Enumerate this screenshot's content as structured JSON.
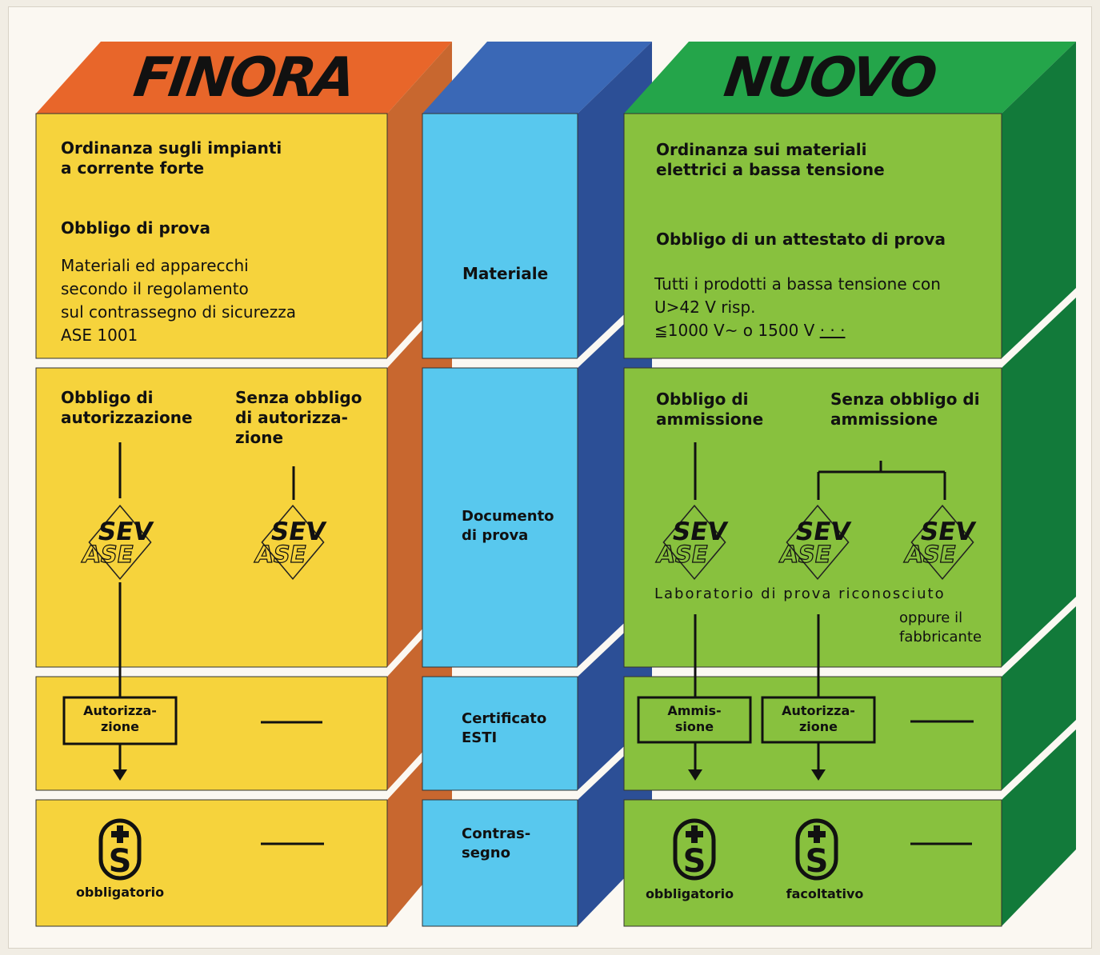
{
  "finora": {
    "title": "FINORA",
    "law": [
      "Ordinanza sugli impianti",
      "a corrente forte"
    ],
    "duty": "Obbligo di prova",
    "scope": [
      "Materiali ed apparecchi",
      "secondo il regolamento",
      "sul contrassegno di sicurezza",
      "ASE 1001"
    ],
    "col_auth": [
      "Obbligo di",
      "autorizzazione"
    ],
    "col_noauth": [
      "Senza obbligo",
      "di autorizza-",
      "zione"
    ],
    "box_auth": [
      "Autorizza-",
      "zione"
    ],
    "mark_label": "obbligatorio"
  },
  "middle": {
    "material": "Materiale",
    "test_doc": [
      "Documento",
      "di prova"
    ],
    "certificate": [
      "Certificato",
      "ESTI"
    ],
    "mark": [
      "Contras-",
      "segno"
    ]
  },
  "nuovo": {
    "title": "NUOVO",
    "law": [
      "Ordinanza sui materiali",
      "elettrici a bassa tensione"
    ],
    "duty": "Obbligo di un attestato di prova",
    "scope": [
      "Tutti i prodotti a bassa tensione con",
      "U>42 V risp.",
      "≦1000 V~ o 1500 V"
    ],
    "scope_dots": "· · ·",
    "col_adm": [
      "Obbligo di",
      "ammissione"
    ],
    "col_noadm": [
      "Senza obbligo di",
      "ammissione"
    ],
    "lab_text": "Laboratorio di prova riconosciuto",
    "or_maker": [
      "oppure il",
      "fabbricante"
    ],
    "box_adm": [
      "Ammis-",
      "sione"
    ],
    "box_auth": [
      "Autorizza-",
      "zione"
    ],
    "mark_mandatory": "obbligatorio",
    "mark_optional": "facoltativo"
  },
  "logo": {
    "top": "SEV",
    "bottom": "ASE"
  },
  "safety_mark": {
    "plus": "+",
    "letter": "S"
  },
  "colors": {
    "finora_front": "#f6d33c",
    "finora_side": "#c8672f",
    "finora_top": "#e8662a",
    "mid_front": "#58c8ee",
    "mid_side": "#2c4f96",
    "mid_top": "#3a68b6",
    "nuovo_front": "#88c13e",
    "nuovo_side": "#127a3a",
    "nuovo_top": "#24a54a"
  }
}
